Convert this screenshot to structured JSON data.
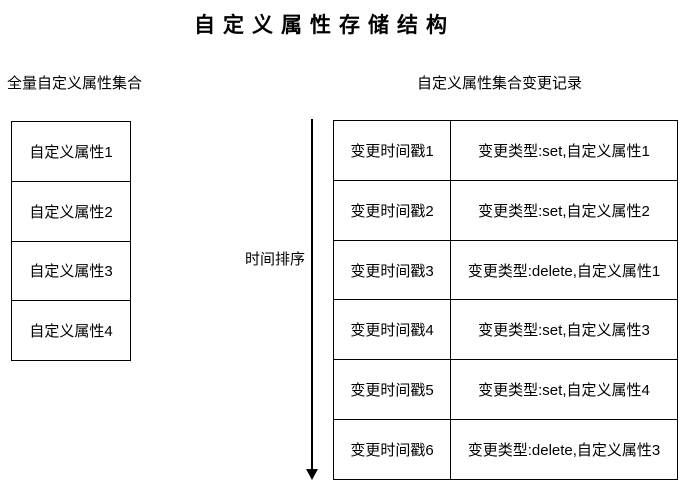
{
  "title": "自定义属性存储结构",
  "left": {
    "header": "全量自定义属性集合",
    "rows": [
      "自定义属性1",
      "自定义属性2",
      "自定义属性3",
      "自定义属性4"
    ]
  },
  "timeline": {
    "label": "时间排序"
  },
  "right": {
    "header": "自定义属性集合变更记录",
    "rows": [
      {
        "timestamp": "变更时间戳1",
        "change": "变更类型:set,自定义属性1"
      },
      {
        "timestamp": "变更时间戳2",
        "change": "变更类型:set,自定义属性2"
      },
      {
        "timestamp": "变更时间戳3",
        "change": "变更类型:delete,自定义属性1"
      },
      {
        "timestamp": "变更时间戳4",
        "change": "变更类型:set,自定义属性3"
      },
      {
        "timestamp": "变更时间戳5",
        "change": "变更类型:set,自定义属性4"
      },
      {
        "timestamp": "变更时间戳6",
        "change": "变更类型:delete,自定义属性3"
      }
    ]
  },
  "colors": {
    "border": "#000000",
    "text": "#000000",
    "background": "#ffffff"
  }
}
